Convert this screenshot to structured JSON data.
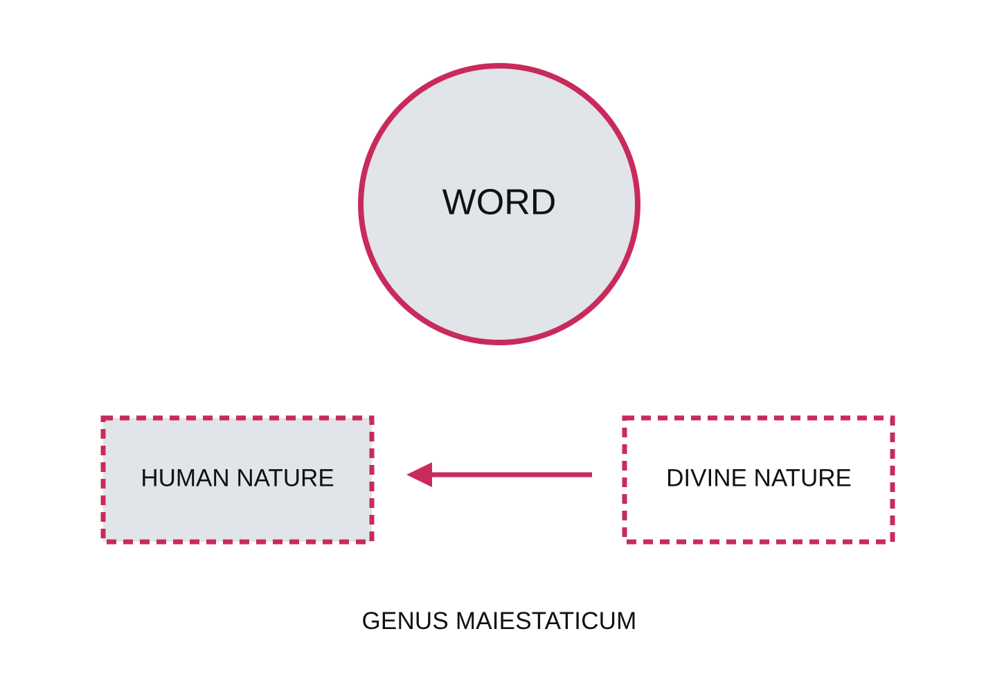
{
  "colors": {
    "accent": "#C92A5C",
    "node_fill": "#E1E4E8",
    "text": "#111111",
    "background": "#FFFFFF"
  },
  "nodes": {
    "word": {
      "label": "WORD",
      "shape": "circle",
      "filled": true
    },
    "human_nature": {
      "label": "HUMAN NATURE",
      "shape": "dashed-rectangle",
      "filled": true
    },
    "divine_nature": {
      "label": "DIVINE NATURE",
      "shape": "dashed-rectangle",
      "filled": false
    }
  },
  "edges": [
    {
      "from": "divine_nature",
      "to": "human_nature",
      "style": "solid-arrow"
    }
  ],
  "caption": "GENUS MAIESTATICUM"
}
